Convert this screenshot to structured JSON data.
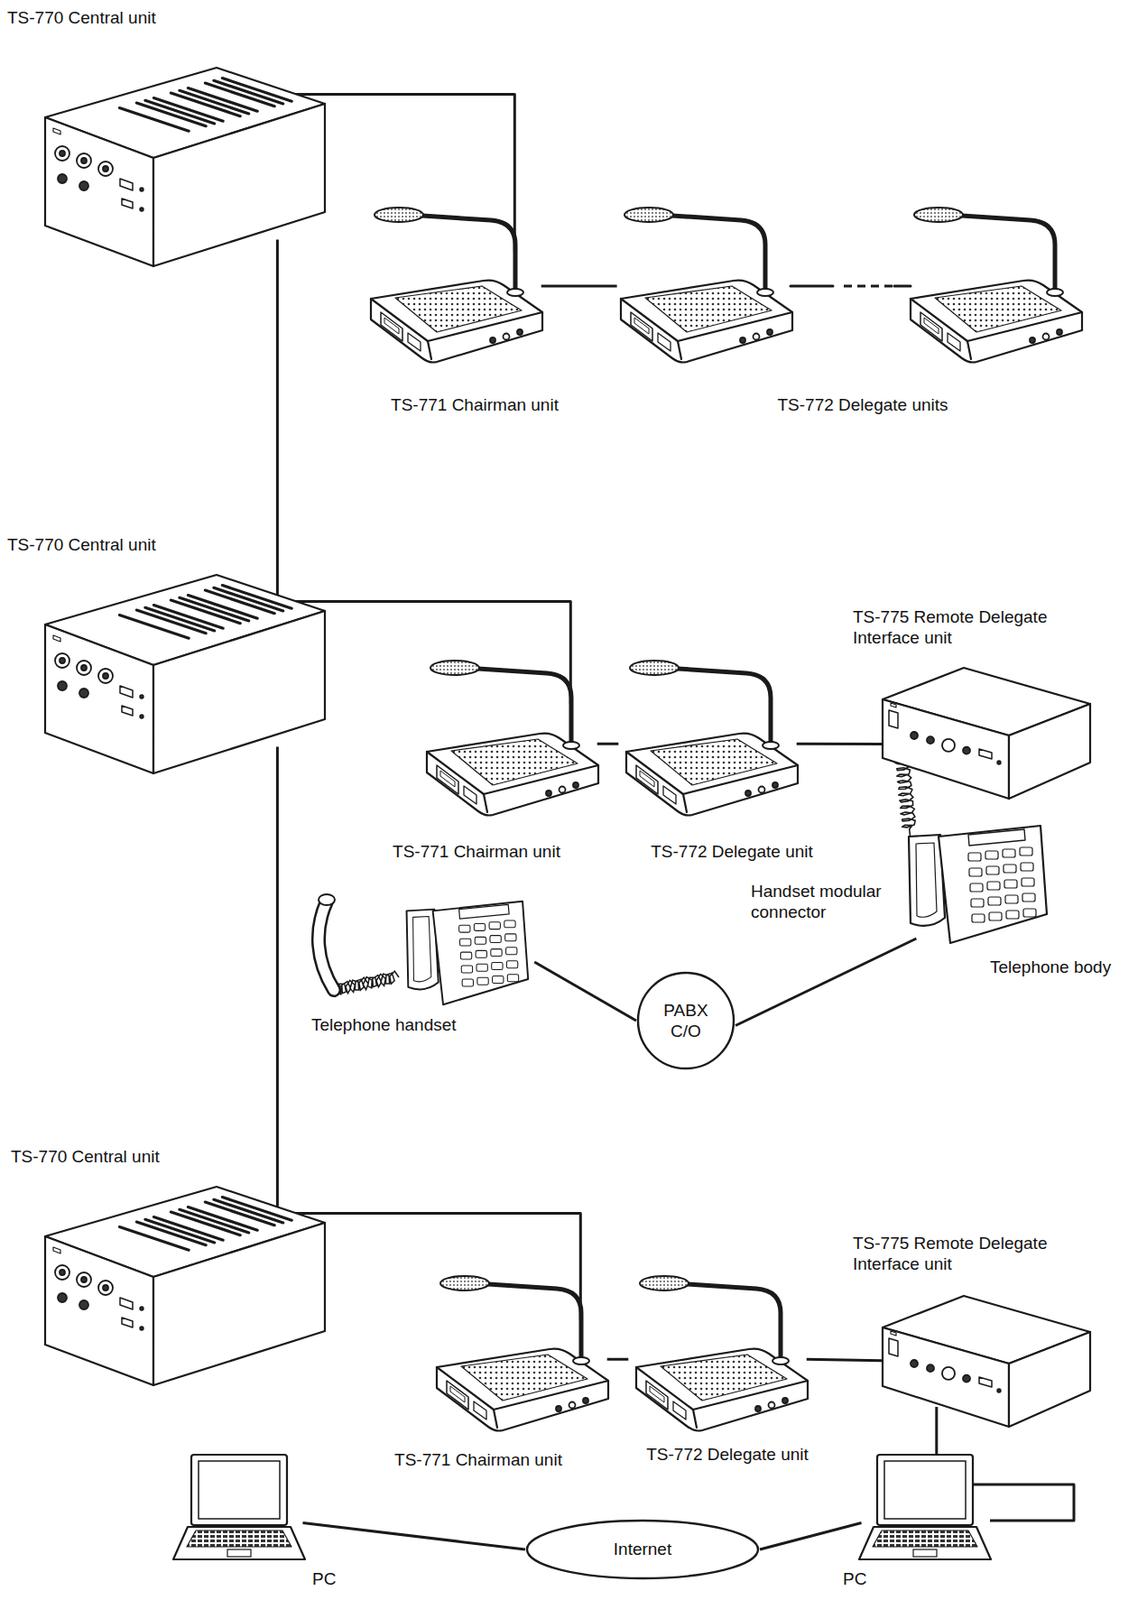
{
  "diagram": {
    "nodes": [
      {
        "text": [
          "TS-770 Central unit"
        ]
      },
      {
        "text": [
          "TS-771 Chairman unit"
        ]
      },
      {
        "text": [
          "TS-772 Delegate units"
        ]
      },
      {
        "text": [
          "TS-770 Central unit"
        ]
      },
      {
        "text": [
          "TS-771 Chairman unit"
        ]
      },
      {
        "text": [
          "TS-772 Delegate unit"
        ]
      },
      {
        "text": [
          "TS-775 Remote Delegate Interface unit"
        ]
      },
      {
        "text": [
          "Telephone body"
        ]
      },
      {
        "text": [
          "Telephone handset"
        ]
      },
      {
        "text": [
          "PABX C/O"
        ]
      },
      {
        "text": [
          "TS-770 Central unit"
        ]
      },
      {
        "text": [
          "TS-771 Chairman unit"
        ]
      },
      {
        "text": [
          "TS-772 Delegate unit"
        ]
      },
      {
        "text": [
          "TS-775 Remote Delegate Interface unit"
        ]
      },
      {
        "text": [
          "PC"
        ]
      },
      {
        "text": [
          "Internet"
        ]
      },
      {
        "text": [
          "PC"
        ]
      }
    ],
    "edges": [
      {
        "from": 0,
        "to": 1,
        "arrow": "none"
      },
      {
        "from": 1,
        "to": 2,
        "arrow": "none"
      },
      {
        "from": 0,
        "to": 3,
        "arrow": "none"
      },
      {
        "from": 3,
        "to": 10,
        "arrow": "none"
      },
      {
        "from": 3,
        "to": 4,
        "arrow": "none"
      },
      {
        "from": 4,
        "to": 5,
        "arrow": "none"
      },
      {
        "from": 5,
        "to": 6,
        "arrow": "none"
      },
      {
        "from": 6,
        "to": 7,
        "arrow": "none"
      },
      {
        "from": 8,
        "to": 9,
        "arrow": "none"
      },
      {
        "from": 9,
        "to": 7,
        "arrow": "none"
      },
      {
        "from": 10,
        "to": 11,
        "arrow": "none"
      },
      {
        "from": 11,
        "to": 12,
        "arrow": "none"
      },
      {
        "from": 12,
        "to": 13,
        "arrow": "none"
      },
      {
        "from": 13,
        "to": 16,
        "arrow": "none"
      },
      {
        "from": 14,
        "to": 15,
        "arrow": "none"
      },
      {
        "from": 15,
        "to": 16,
        "arrow": "none"
      }
    ],
    "labels": [
      "Handset modular connector"
    ]
  }
}
